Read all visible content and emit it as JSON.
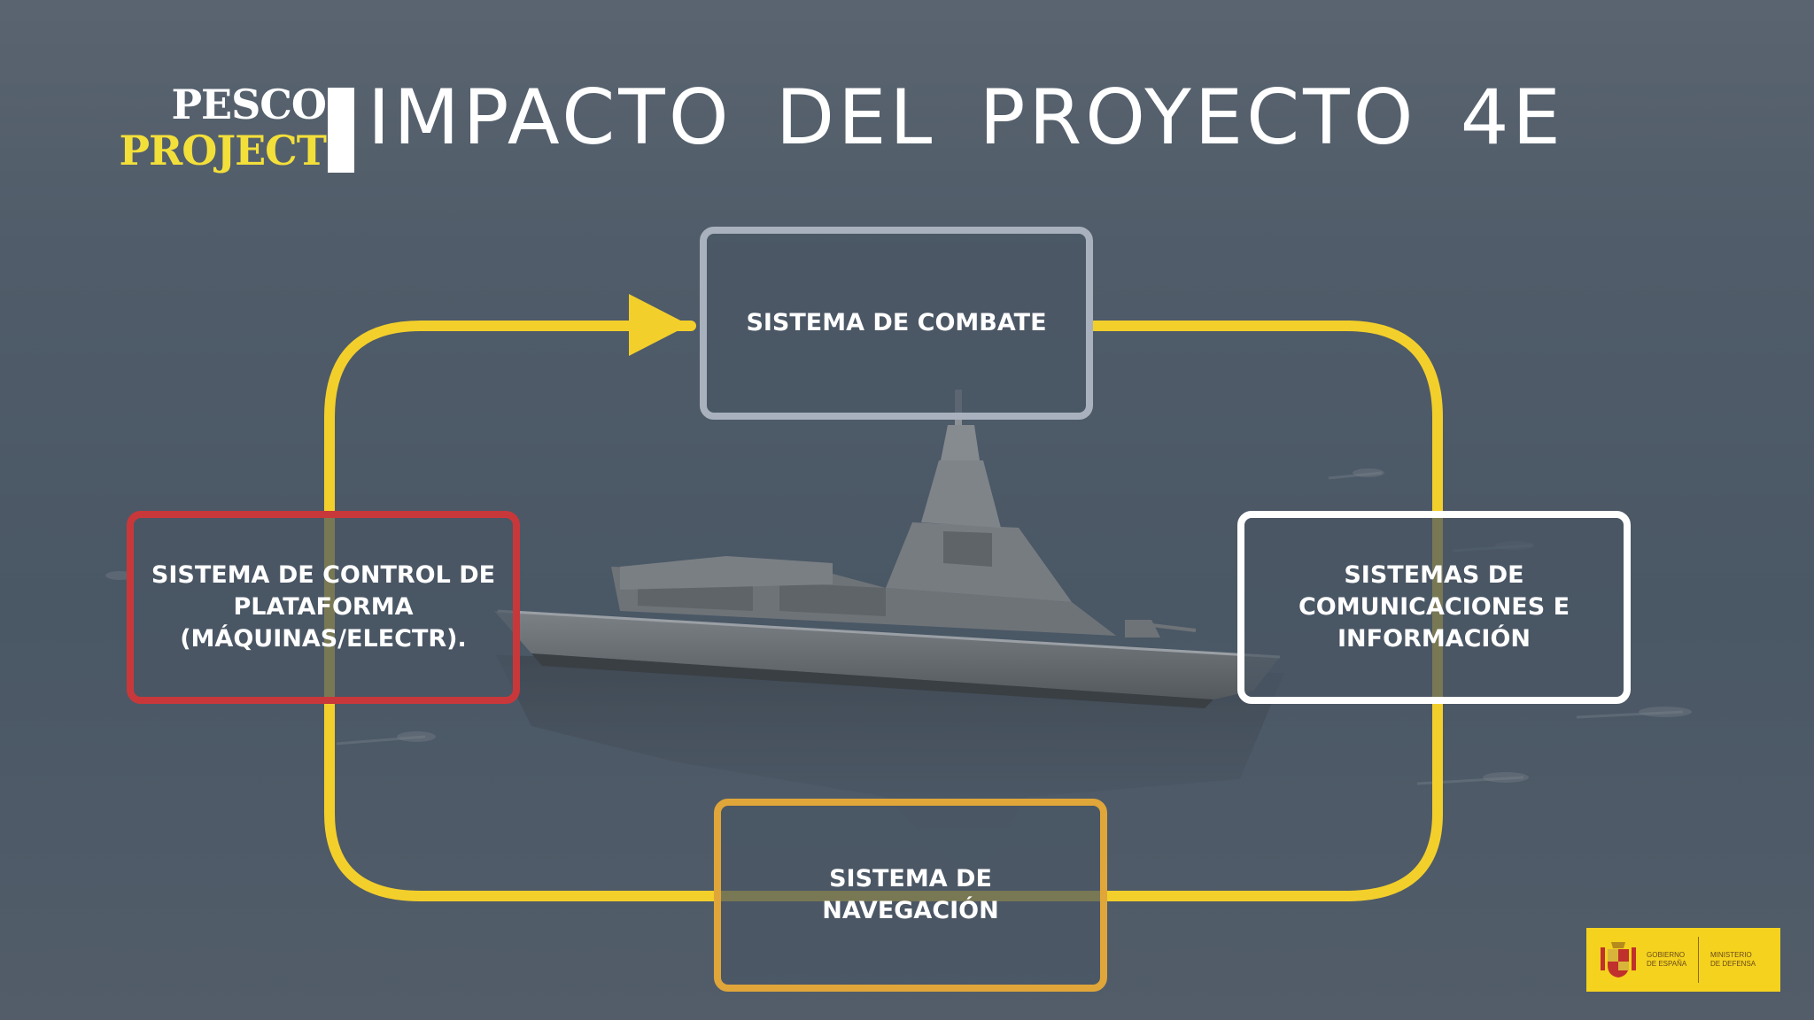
{
  "logo": {
    "line1": "PESCO",
    "line2": "PROJECT"
  },
  "title": "IMPACTO DEL PROYECTO 4E",
  "boxes": {
    "combate": "SISTEMA DE COMBATE",
    "control": [
      "SISTEMA DE CONTROL DE",
      "PLATAFORMA",
      "(MÁQUINAS/ELECTR)."
    ],
    "comunicaciones": [
      "SISTEMAS DE",
      "COMUNICACIONES E",
      "INFORMACIÓN"
    ],
    "navegacion": [
      "SISTEMA DE",
      "NAVEGACIÓN"
    ]
  },
  "footer": {
    "gobierno": "GOBIERNO\nDE ESPAÑA",
    "ministerio": "MINISTERIO\nDE DEFENSA"
  },
  "colors": {
    "loop": "#f3cf2b",
    "combate_border": "#a8b1bd",
    "control_border": "#c8383b",
    "comunicaciones_border": "#ffffff",
    "navegacion_border": "#e0a63a",
    "logo_yellow": "#f3df3a",
    "gov_yellow": "#f4d21e"
  },
  "icons": {
    "arrow": "arrow-right-icon",
    "ship": "frigate-image",
    "shield": "spain-coat-of-arms-icon"
  }
}
